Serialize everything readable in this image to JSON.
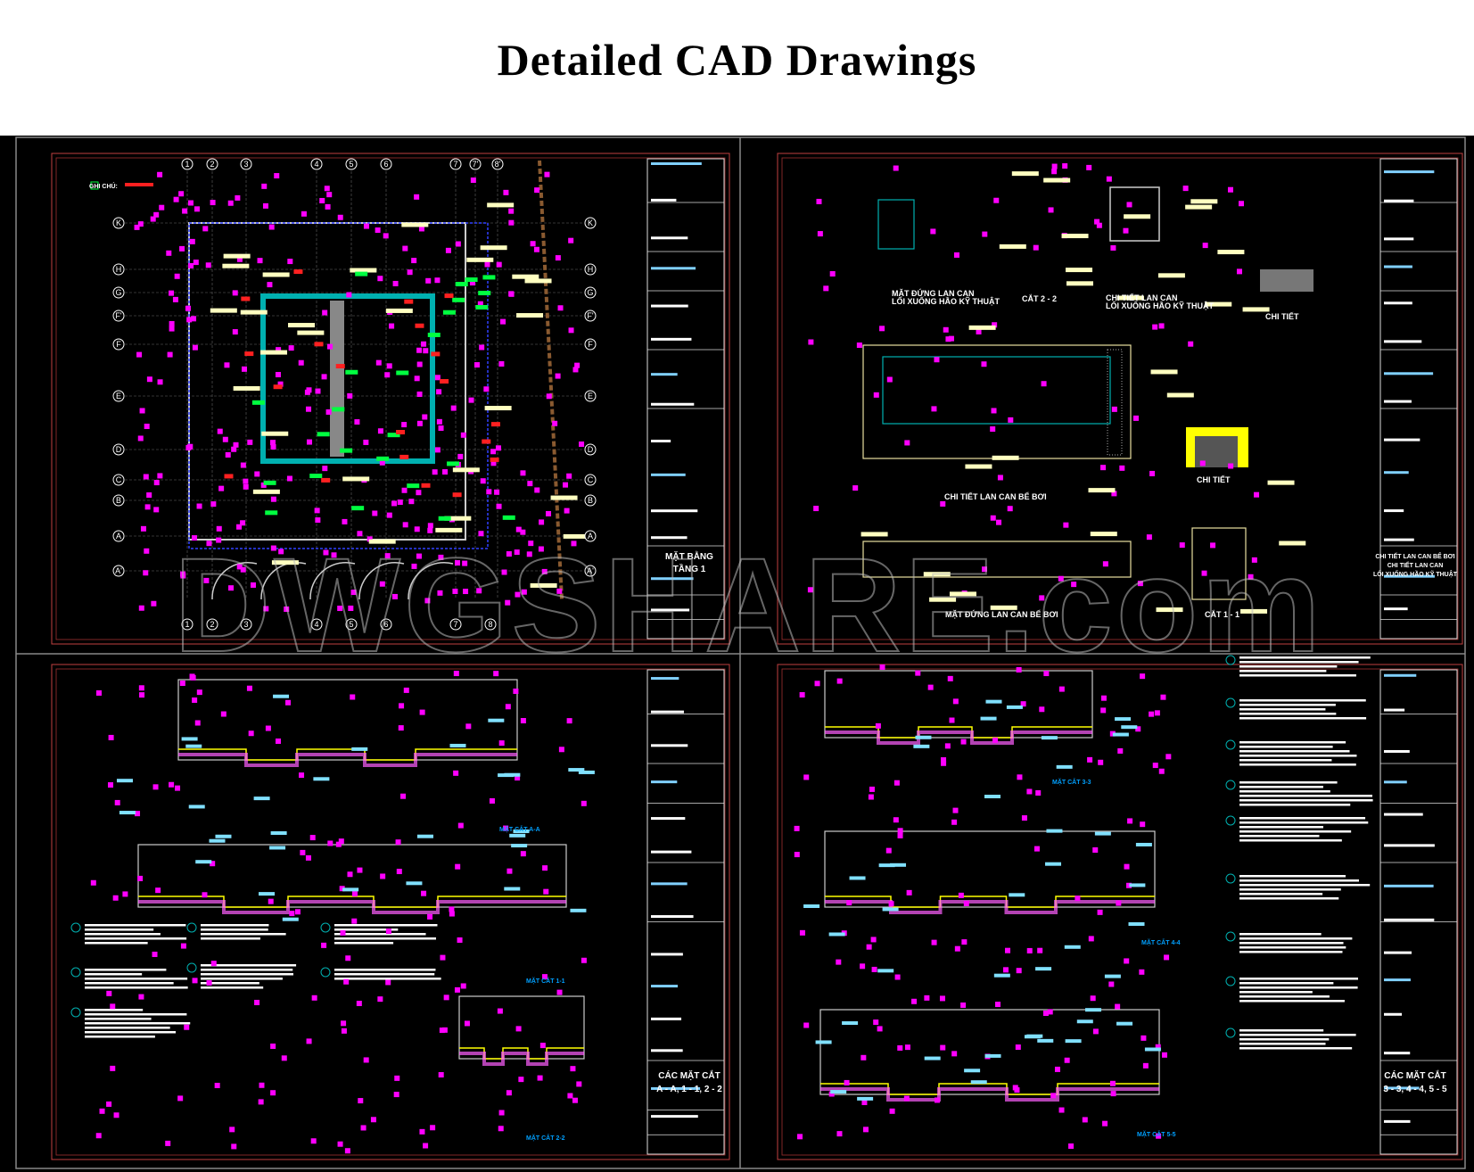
{
  "header": {
    "title": "Detailed CAD Drawings"
  },
  "watermark": "DWGSHARE.com",
  "colors": {
    "background": "#000000",
    "dimension": "#ff00ff",
    "label": "#ffffc0",
    "wall": "#00b0b0",
    "cyan": "#80e0ff",
    "red": "#ff2020",
    "yellow": "#ffff00",
    "green": "#00ff40"
  },
  "sheet1": {
    "note_label": "GHI CHÚ:",
    "title_block": {
      "name_line1": "MẶT BẰNG",
      "name_line2": "TẦNG 1"
    },
    "axis_top": [
      "1",
      "2",
      "3",
      "4",
      "5",
      "6",
      "7",
      "7'",
      "8'"
    ],
    "axis_bottom": [
      "1",
      "2",
      "3",
      "4",
      "5",
      "6",
      "7",
      "8"
    ],
    "axis_side": [
      "K",
      "H",
      "G",
      "F'",
      "F",
      "E",
      "D",
      "C",
      "B",
      "A",
      "A'"
    ]
  },
  "sheet2": {
    "labels": {
      "elev_railing_1": "MẶT ĐỨNG LAN CAN",
      "elev_railing_2": "LỐI XUỐNG HẦO KỸ THUẬT",
      "section_22": "CẮT 2 - 2",
      "detail_railing_1": "CHI TIẾT LAN CAN",
      "detail_railing_2": "LỐI XUỐNG HẦO KỸ THUẬT",
      "detail_b": "CHI TIẾT",
      "detail_pool_railing": "CHI TIẾT LAN CAN BỂ BƠI",
      "detail_a": "CHI TIẾT",
      "elev_pool_railing": "MẶT ĐỨNG LAN CAN BỂ BƠI",
      "section_11": "CẮT 1 - 1"
    },
    "title_block": {
      "name_line1": "CHI TIẾT LAN CAN BỂ BƠI",
      "name_line2": "CHI TIẾT LAN CAN",
      "name_line3": "LỐI XUỐNG HẦO KỸ THUẬT"
    }
  },
  "sheet3": {
    "labels": {
      "section_aa": "MẶT CẮT A-A",
      "section_12": "MẶT CẮT 1-1",
      "section_22": "MẶT CẮT 2-2"
    },
    "title_block": {
      "name_line1": "CÁC MẶT CẮT",
      "name_line2": "A - A, 1 - 1, 2 - 2"
    }
  },
  "sheet4": {
    "labels": {
      "section_33": "MẶT CẮT 3-3",
      "section_44": "MẶT CẮT 4-4",
      "section_55": "MẶT CẮT 5-5"
    },
    "title_block": {
      "name_line1": "CÁC MẶT CẮT",
      "name_line2": "3 - 3, 4 - 4, 5 - 5"
    }
  }
}
